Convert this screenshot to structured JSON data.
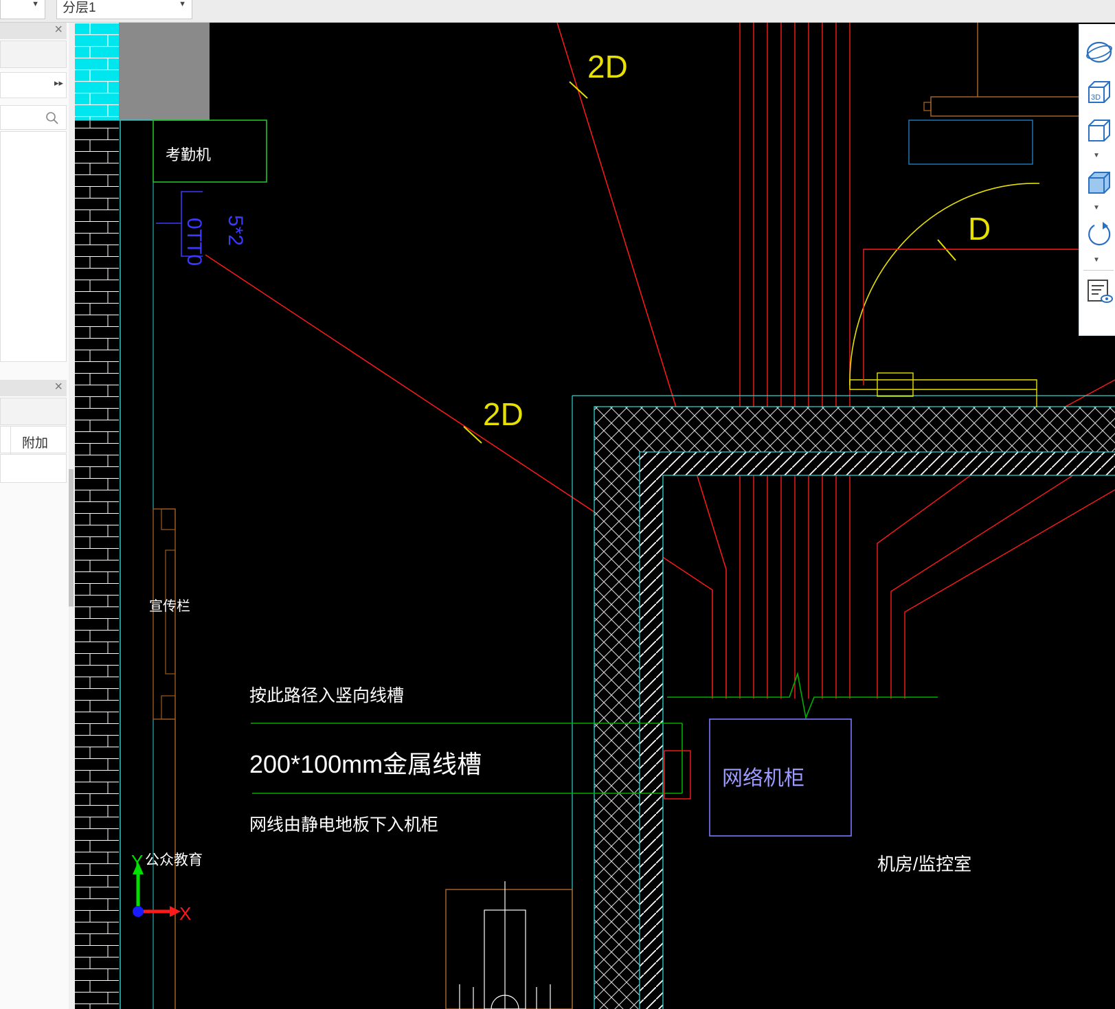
{
  "toolbar": {
    "combo1_value": "",
    "combo2_value": "分层1"
  },
  "left_panel": {
    "property_column_header": "附加"
  },
  "drawing": {
    "labels": {
      "attendance_machine": "考勤机",
      "outlet_code": "0TT0",
      "outlet_spec": "5*2",
      "cable_tag_1": "2D",
      "cable_tag_2": "2D",
      "door_tag": "D",
      "bulletin_board": "宣传栏",
      "route_note": "按此路径入竖向线槽",
      "trunk_spec": "200*100mm金属线槽",
      "floor_note": "网线由静电地板下入机柜",
      "network_cabinet": "网络机柜",
      "machine_room": "机房/监控室",
      "public_area": "公众教育"
    },
    "axes": {
      "x": "X",
      "y": "Y"
    },
    "colors": {
      "background": "#000000",
      "cable": "#ff1a1a",
      "wall": "#2fd3d3",
      "tray": "#00b000",
      "tag": "#e8e000",
      "cabinet": "#7a7aff",
      "text": "#ffffff"
    }
  },
  "view_toolbar": {
    "icons": [
      "orbit-icon",
      "view-3d-icon",
      "box-view-icon",
      "solid-view-icon",
      "rotate-icon",
      "layer-visibility-icon"
    ]
  }
}
